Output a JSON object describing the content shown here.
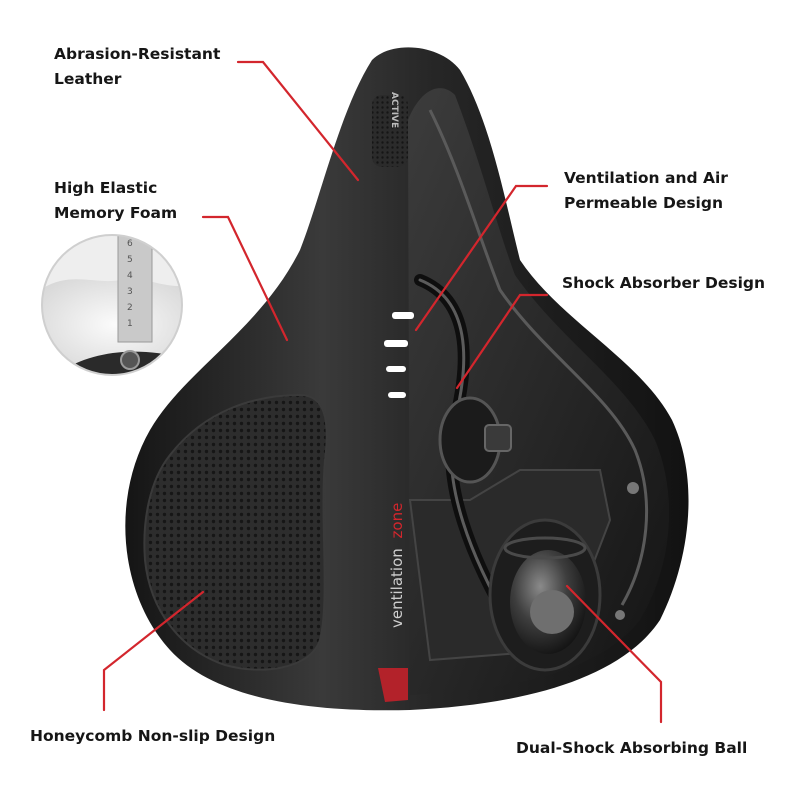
{
  "labels": {
    "leather": [
      "Abrasion-Resistant",
      "Leather"
    ],
    "foam": [
      "High Elastic",
      "Memory Foam"
    ],
    "ventilation": [
      "Ventilation and Air",
      "Permeable Design"
    ],
    "shock": "Shock Absorber Design",
    "honeycomb": "Honeycomb Non-slip Design",
    "ball": "Dual-Shock Absorbing Ball"
  },
  "product_print": {
    "side_text": "ventilation",
    "side_text_accent": "zone",
    "nose_text": "ACTIVE"
  },
  "inset": {
    "ruler_marks": [
      "6",
      "5",
      "4",
      "3",
      "2",
      "1"
    ]
  },
  "colors": {
    "callout": "#d3262d",
    "text": "#161616",
    "saddle": "#202020"
  }
}
